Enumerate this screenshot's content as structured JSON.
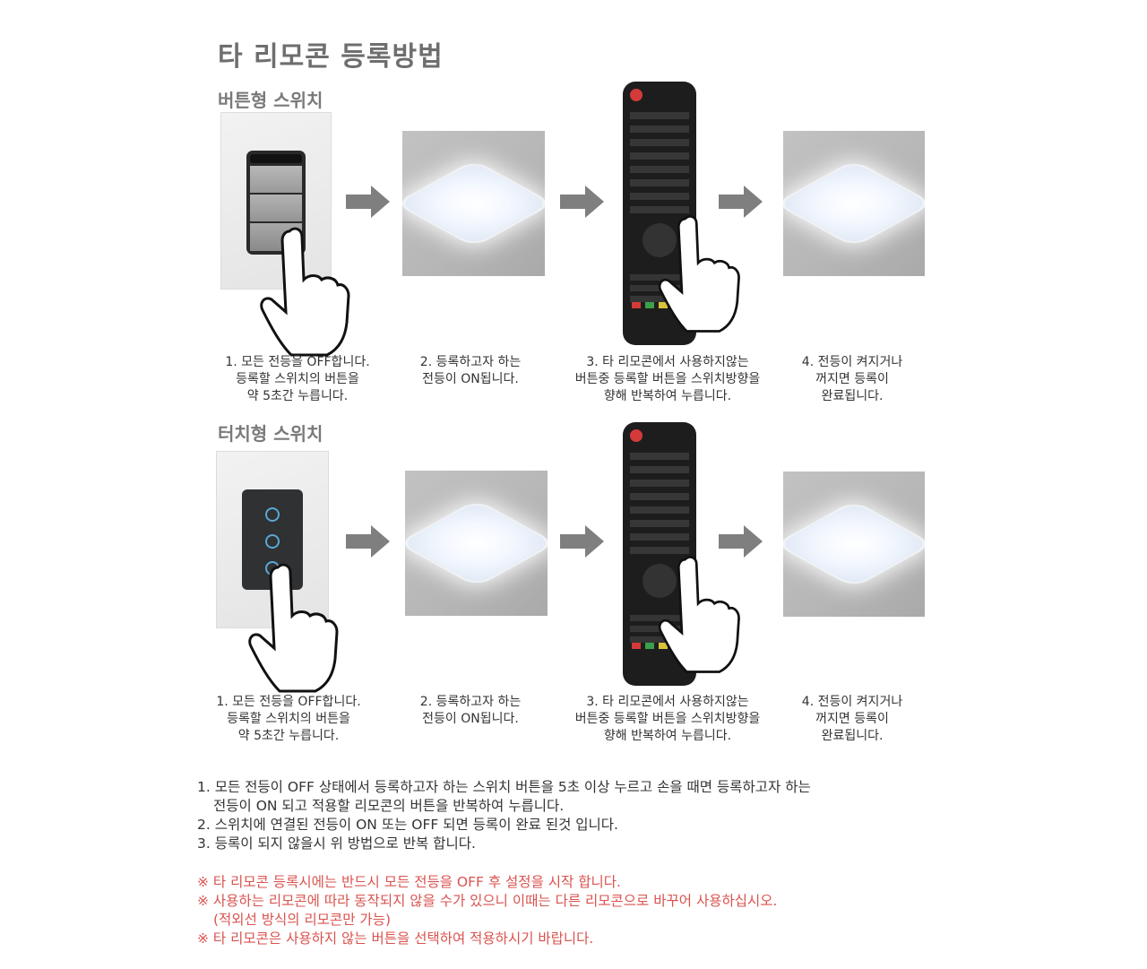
{
  "page": {
    "title": "타 리모콘 등록방법"
  },
  "button_section": {
    "title": "버튼형 스위치",
    "steps": [
      {
        "lines": [
          "1. 모든 전등을 OFF합니다.",
          "등록할 스위치의 버튼을",
          "약 5초간 누릅니다."
        ]
      },
      {
        "lines": [
          "2. 등록하고자 하는",
          "전등이 ON됩니다."
        ]
      },
      {
        "lines": [
          "3. 타 리모콘에서 사용하지않는",
          "버튼중 등록할 버튼을 스위치방향을",
          "향해 반복하여 누릅니다."
        ]
      },
      {
        "lines": [
          "4. 전등이 켜지거나",
          "꺼지면 등록이",
          "완료됩니다."
        ]
      }
    ]
  },
  "touch_section": {
    "title": "터치형 스위치",
    "steps": [
      {
        "lines": [
          "1. 모든 전등을 OFF합니다.",
          "등록할 스위치의 버튼을",
          "약 5초간 누릅니다."
        ]
      },
      {
        "lines": [
          "2. 등록하고자 하는",
          "전등이 ON됩니다."
        ]
      },
      {
        "lines": [
          "3. 타 리모콘에서 사용하지않는",
          "버튼중 등록할 버튼을 스위치방향을",
          "향해 반복하여 누릅니다."
        ]
      },
      {
        "lines": [
          "4. 전등이 켜지거나",
          "꺼지면 등록이",
          "완료됩니다."
        ]
      }
    ]
  },
  "notes": [
    "1. 모든 전등이 OFF 상태에서 등록하고자 하는 스위치 버튼을 5초 이상 누르고 손을 때면 등록하고자 하는",
    "전등이 ON 되고 적용할 리모콘의 버튼을 반복하여 누릅니다.",
    "2. 스위치에 연결된 전등이 ON 또는 OFF 되면 등록이 완료 된것 입니다.",
    "3. 등록이 되지 않을시 위 방법으로 반복 합니다."
  ],
  "warnings": [
    "※ 타 리모콘 등록시에는 반드시 모든 전등을 OFF 후 설정을 시작 합니다.",
    "※ 사용하는 리모콘에 따라 동작되지 않을 수가 있으니 이때는 다른 리모콘으로 바꾸어 사용하십시오.",
    "(적외선 방식의 리모콘만 가능)",
    "※ 타 리모콘은 사용하지 않는 버튼을 선택하여 적용하시기 바랍니다."
  ],
  "icons": {
    "arrow": "right-arrow-icon",
    "hand": "pointing-hand-icon",
    "lamp": "ceiling-lamp-icon",
    "remote": "tv-remote-icon"
  },
  "colors": {
    "title": "#6e6e6e",
    "warning": "#d9534f",
    "arrow": "#7f7f7f"
  }
}
